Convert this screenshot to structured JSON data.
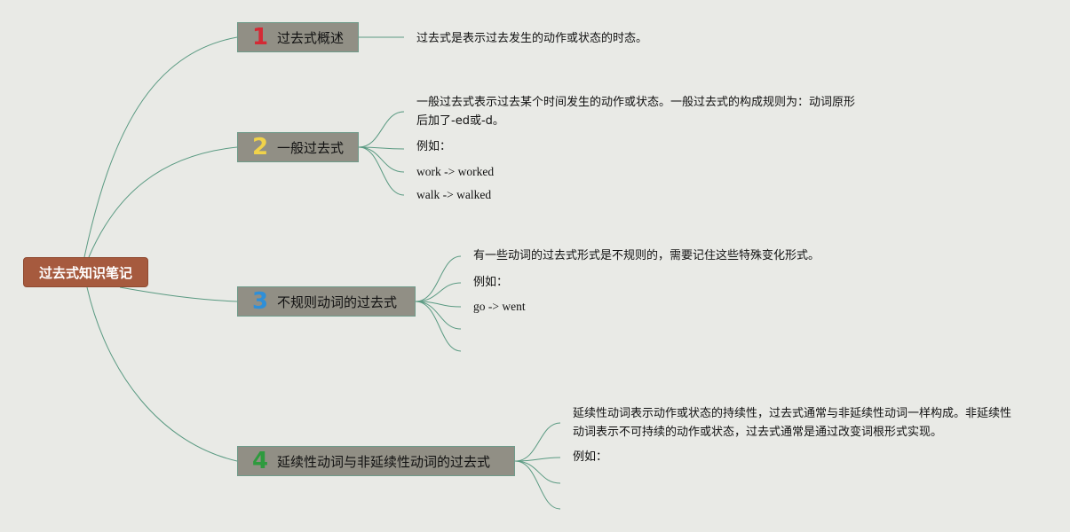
{
  "root": {
    "label": "过去式知识笔记",
    "color": "#a65a3e"
  },
  "branches": [
    {
      "number": "1",
      "number_color": "#d42a35",
      "title": "过去式概述",
      "notes": [
        "过去式是表示过去发生的动作或状态的时态。"
      ]
    },
    {
      "number": "2",
      "number_color": "#f0d24a",
      "title": "一般过去式",
      "notes": [
        "一般过去式表示过去某个时间发生的动作或状态。一般过去式的构成规则为：动词原形后加了-ed或-d。",
        "例如：",
        "work -> worked",
        "walk -> walked"
      ]
    },
    {
      "number": "3",
      "number_color": "#2f8fd8",
      "title": "不规则动词的过去式",
      "notes": [
        "有一些动词的过去式形式是不规则的，需要记住这些特殊变化形式。",
        "例如：",
        "go -> went"
      ]
    },
    {
      "number": "4",
      "number_color": "#2e9a3e",
      "title": "延续性动词与非延续性动词的过去式",
      "notes": [
        "延续性动词表示动作或状态的持续性，过去式通常与非延续性动词一样构成。非延续性动词表示不可持续的动作或状态，过去式通常是通过改变词根形式实现。",
        "例如："
      ]
    }
  ],
  "connector_color": "#5a9a82",
  "background_color": "#e9eae6"
}
